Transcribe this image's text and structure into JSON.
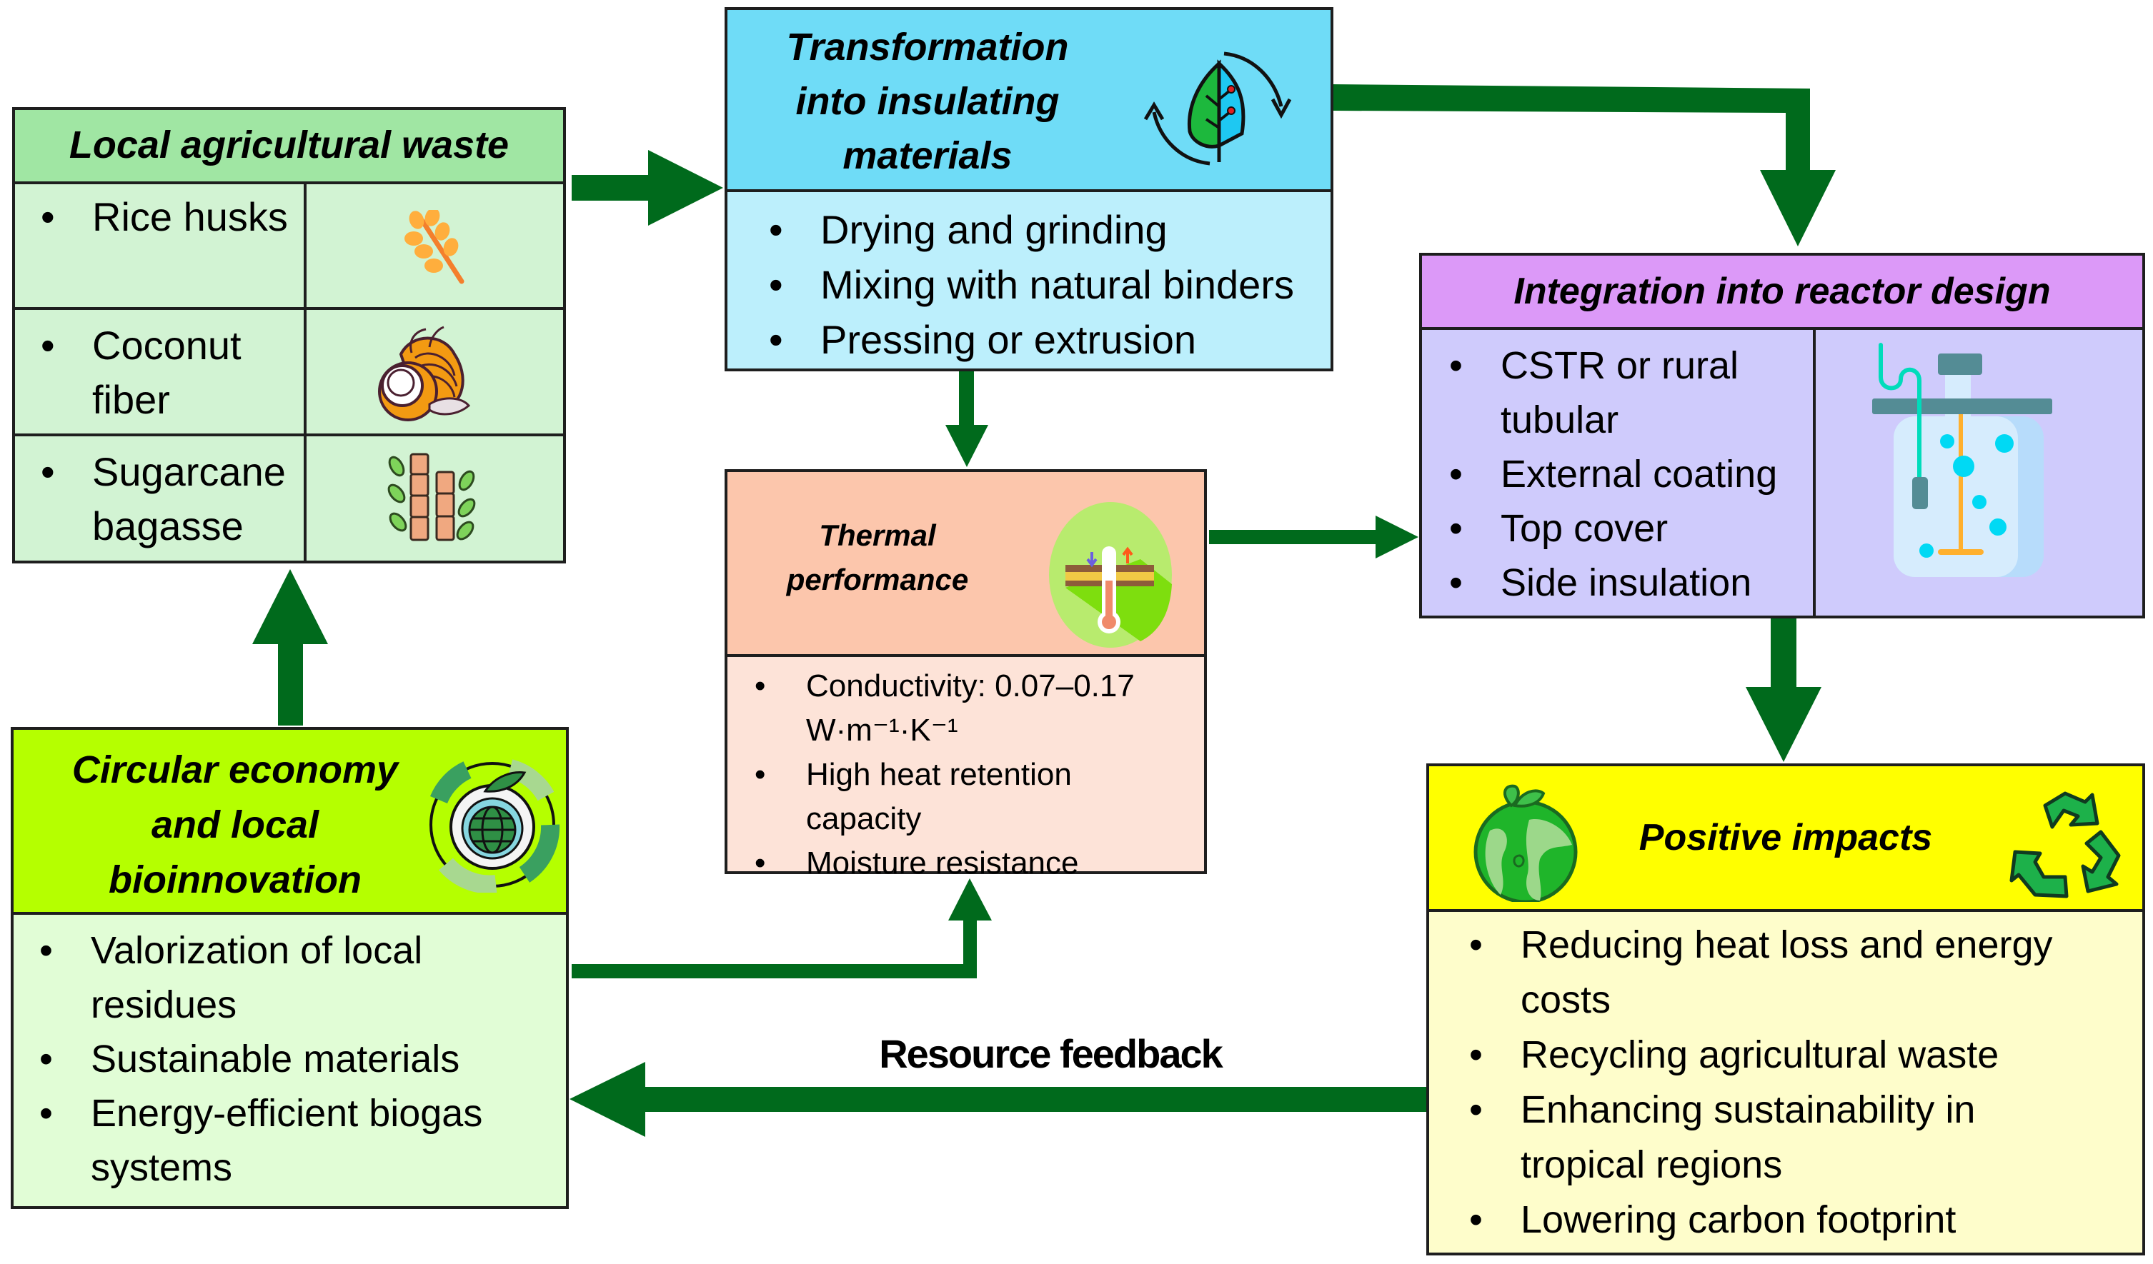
{
  "colors": {
    "arrow": "#006a1c",
    "local_header": "#a0e6a3",
    "local_body": "#d2f3d3",
    "transform_header": "#6fdcf7",
    "transform_body": "#bceffc",
    "thermal_header": "#fcc6ac",
    "thermal_body": "#fde3d8",
    "integration_header": "#dc99f8",
    "integration_body": "#cfcbfc",
    "circular_header": "#b5ff00",
    "circular_body": "#e1fdd6",
    "positive_header": "#ffff00",
    "positive_body": "#fefdcb"
  },
  "boxes": {
    "local_waste": {
      "title": "Local agricultural waste",
      "rows": [
        {
          "text": "Rice husks",
          "icon": "wheat-icon"
        },
        {
          "text": "Coconut fiber",
          "icon": "coconut-icon"
        },
        {
          "text": "Sugarcane bagasse",
          "icon": "sugarcane-icon"
        }
      ]
    },
    "transformation": {
      "title_lines": [
        "Transformation",
        "into insulating",
        "materials"
      ],
      "icon": "leaf-cycle-icon",
      "items": [
        "Drying and grinding",
        "Mixing with natural binders",
        "Pressing or extrusion"
      ]
    },
    "thermal": {
      "title_lines": [
        "Thermal",
        "performance"
      ],
      "icon": "thermometer-insulation-icon",
      "items": [
        "Conductivity: 0.07–0.17 W·m⁻¹·K⁻¹",
        "High heat retention capacity",
        "Moisture resistance"
      ]
    },
    "integration": {
      "title": "Integration into reactor design",
      "icon": "bioreactor-icon",
      "items": [
        "CSTR or rural tubular",
        "External coating",
        "Top cover",
        "Side insulation"
      ]
    },
    "circular": {
      "title_lines": [
        "Circular economy",
        "and local",
        "bioinnovation"
      ],
      "icon": "circular-globe-icon",
      "items": [
        "Valorization of local residues",
        "Sustainable materials",
        "Energy-efficient biogas systems"
      ]
    },
    "positive": {
      "title": "Positive impacts",
      "icons": [
        "earth-icon",
        "recycle-icon"
      ],
      "items": [
        "Reducing heat loss and energy costs",
        "Recycling agricultural waste",
        "Enhancing sustainability in tropical regions",
        "Lowering carbon footprint"
      ]
    }
  },
  "connections": [
    {
      "from": "Local agricultural waste",
      "to": "Transformation into insulating materials"
    },
    {
      "from": "Transformation into insulating materials",
      "to": "Integration into reactor design"
    },
    {
      "from": "Transformation into insulating materials",
      "to": "Thermal performance"
    },
    {
      "from": "Thermal performance",
      "to": "Integration into reactor design"
    },
    {
      "from": "Integration into reactor design",
      "to": "Positive impacts"
    },
    {
      "from": "Positive impacts",
      "to": "Circular economy and local bioinnovation",
      "label": "Resource feedback"
    },
    {
      "from": "Circular economy and local bioinnovation",
      "to": "Local agricultural waste"
    },
    {
      "from": "Circular economy and local bioinnovation",
      "to": "Thermal performance"
    }
  ],
  "feedback_label": "Resource feedback"
}
